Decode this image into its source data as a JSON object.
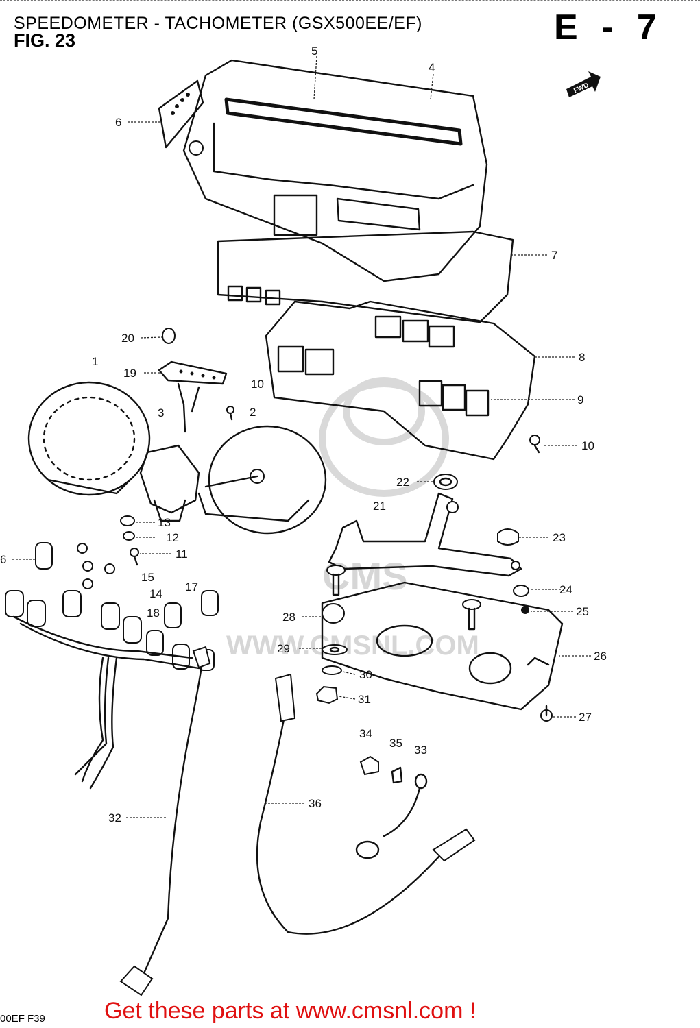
{
  "header": {
    "title": "SPEEDOMETER - TACHOMETER (GSX500EE/EF)",
    "fig_label": "FIG. 23",
    "page_code": "E - 7",
    "fwd_label": "FWD"
  },
  "watermark": {
    "brand": "CMS",
    "url": "WWW.CMSNL.COM"
  },
  "footer": {
    "drawing_code": "00EF F39",
    "cta": "Get these parts at www.cmsnl.com !"
  },
  "callouts": [
    "5",
    "4",
    "6",
    "7",
    "8",
    "20",
    "1",
    "19",
    "10",
    "3",
    "2",
    "9",
    "10",
    "22",
    "21",
    "23",
    "13",
    "12",
    "11",
    "6",
    "15",
    "14",
    "17",
    "18",
    "24",
    "25",
    "28",
    "26",
    "29",
    "30",
    "31",
    "27",
    "34",
    "35",
    "33",
    "32",
    "36"
  ]
}
